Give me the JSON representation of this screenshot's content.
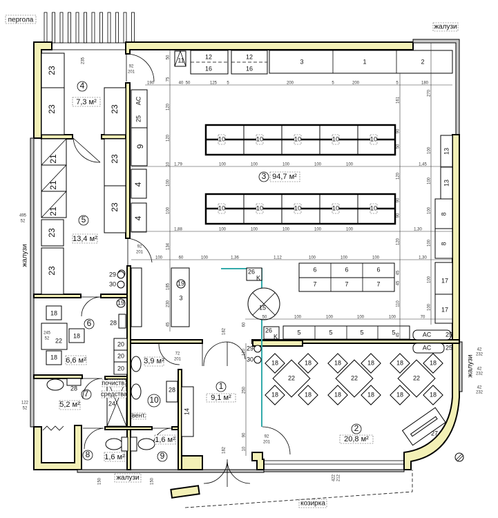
{
  "labels": {
    "pergola": "пергола",
    "blinds_top": "жалузи",
    "blinds_left": "жалузи",
    "blinds_bottom": "жалузи",
    "blinds_right": "жалузи",
    "canopy": "козирка",
    "cleaning_1": "почиств.",
    "cleaning_2": "средства",
    "vent": "вент."
  },
  "rooms": [
    {
      "number": "1",
      "area": "9,1 м²"
    },
    {
      "number": "2",
      "area": "20,8 м²"
    },
    {
      "number": "3",
      "area": "94,7 м²"
    },
    {
      "number": "4",
      "area": "7,3 м²"
    },
    {
      "number": "5",
      "area": "13,4 м²"
    },
    {
      "number": "6",
      "area": "6,6 м²"
    },
    {
      "number": "7",
      "area": "5,2 м²"
    },
    {
      "number": "8",
      "area": "1,6 м²"
    },
    {
      "number": "9",
      "area": "1,6 м²"
    },
    {
      "number": "10",
      "area": "3,9 м²"
    }
  ],
  "items": {
    "i1": "1",
    "i3": "3",
    "i4": "4",
    "i5": "5",
    "i6": "6",
    "i7": "7",
    "i8": "8",
    "i9": "9",
    "i10": "10",
    "i11": "11",
    "i12": "12",
    "i13": "13",
    "i14": "14",
    "i15": "15",
    "i16": "16",
    "i17": "17",
    "i18": "18",
    "i19": "19",
    "i20": "20",
    "i21": "21",
    "i22": "22",
    "i23": "23",
    "i24": "24",
    "i25": "25",
    "i26": "26",
    "i27": "27",
    "i28": "28",
    "i29": "29",
    "i30": "30",
    "ac": "AC",
    "k": "K",
    "i2": "2"
  },
  "doors": {
    "w92": "92",
    "h201": "201",
    "w72": "72",
    "h182": "182",
    "h232": "232",
    "w150": "150",
    "h52": "52",
    "w495": "495",
    "w122": "122",
    "w245": "245",
    "w42": "42",
    "w422": "422",
    "h212": "212",
    "w235": "235"
  },
  "dims": {
    "top": [
      "190",
      "40",
      "50",
      "125",
      "5",
      "200",
      "5",
      "200",
      "5",
      "180"
    ],
    "row1": [
      "1,79",
      "100",
      "100",
      "100",
      "100",
      "100",
      "1,45"
    ],
    "row2": [
      "1,88",
      "100",
      "100",
      "100",
      "100",
      "100",
      "1,30"
    ],
    "row3": [
      "100",
      "60",
      "100",
      "1,36",
      "1,12",
      "100",
      "100",
      "100",
      "1,30"
    ],
    "row4": [
      "50",
      "100",
      "100",
      "100",
      "100",
      "70"
    ],
    "vert_left": [
      "50",
      "75",
      "120",
      "120",
      "10",
      "100",
      "100",
      "134",
      "185",
      "230",
      "45"
    ],
    "vert_right": [
      "161",
      "90",
      "50",
      "120",
      "90",
      "90",
      "120",
      "45",
      "45",
      "110",
      "45"
    ],
    "vert_far": [
      "270",
      "100",
      "100",
      "100",
      "100",
      "100",
      "100"
    ],
    "corr": [
      "120",
      "250",
      "90",
      "10",
      "60"
    ]
  }
}
